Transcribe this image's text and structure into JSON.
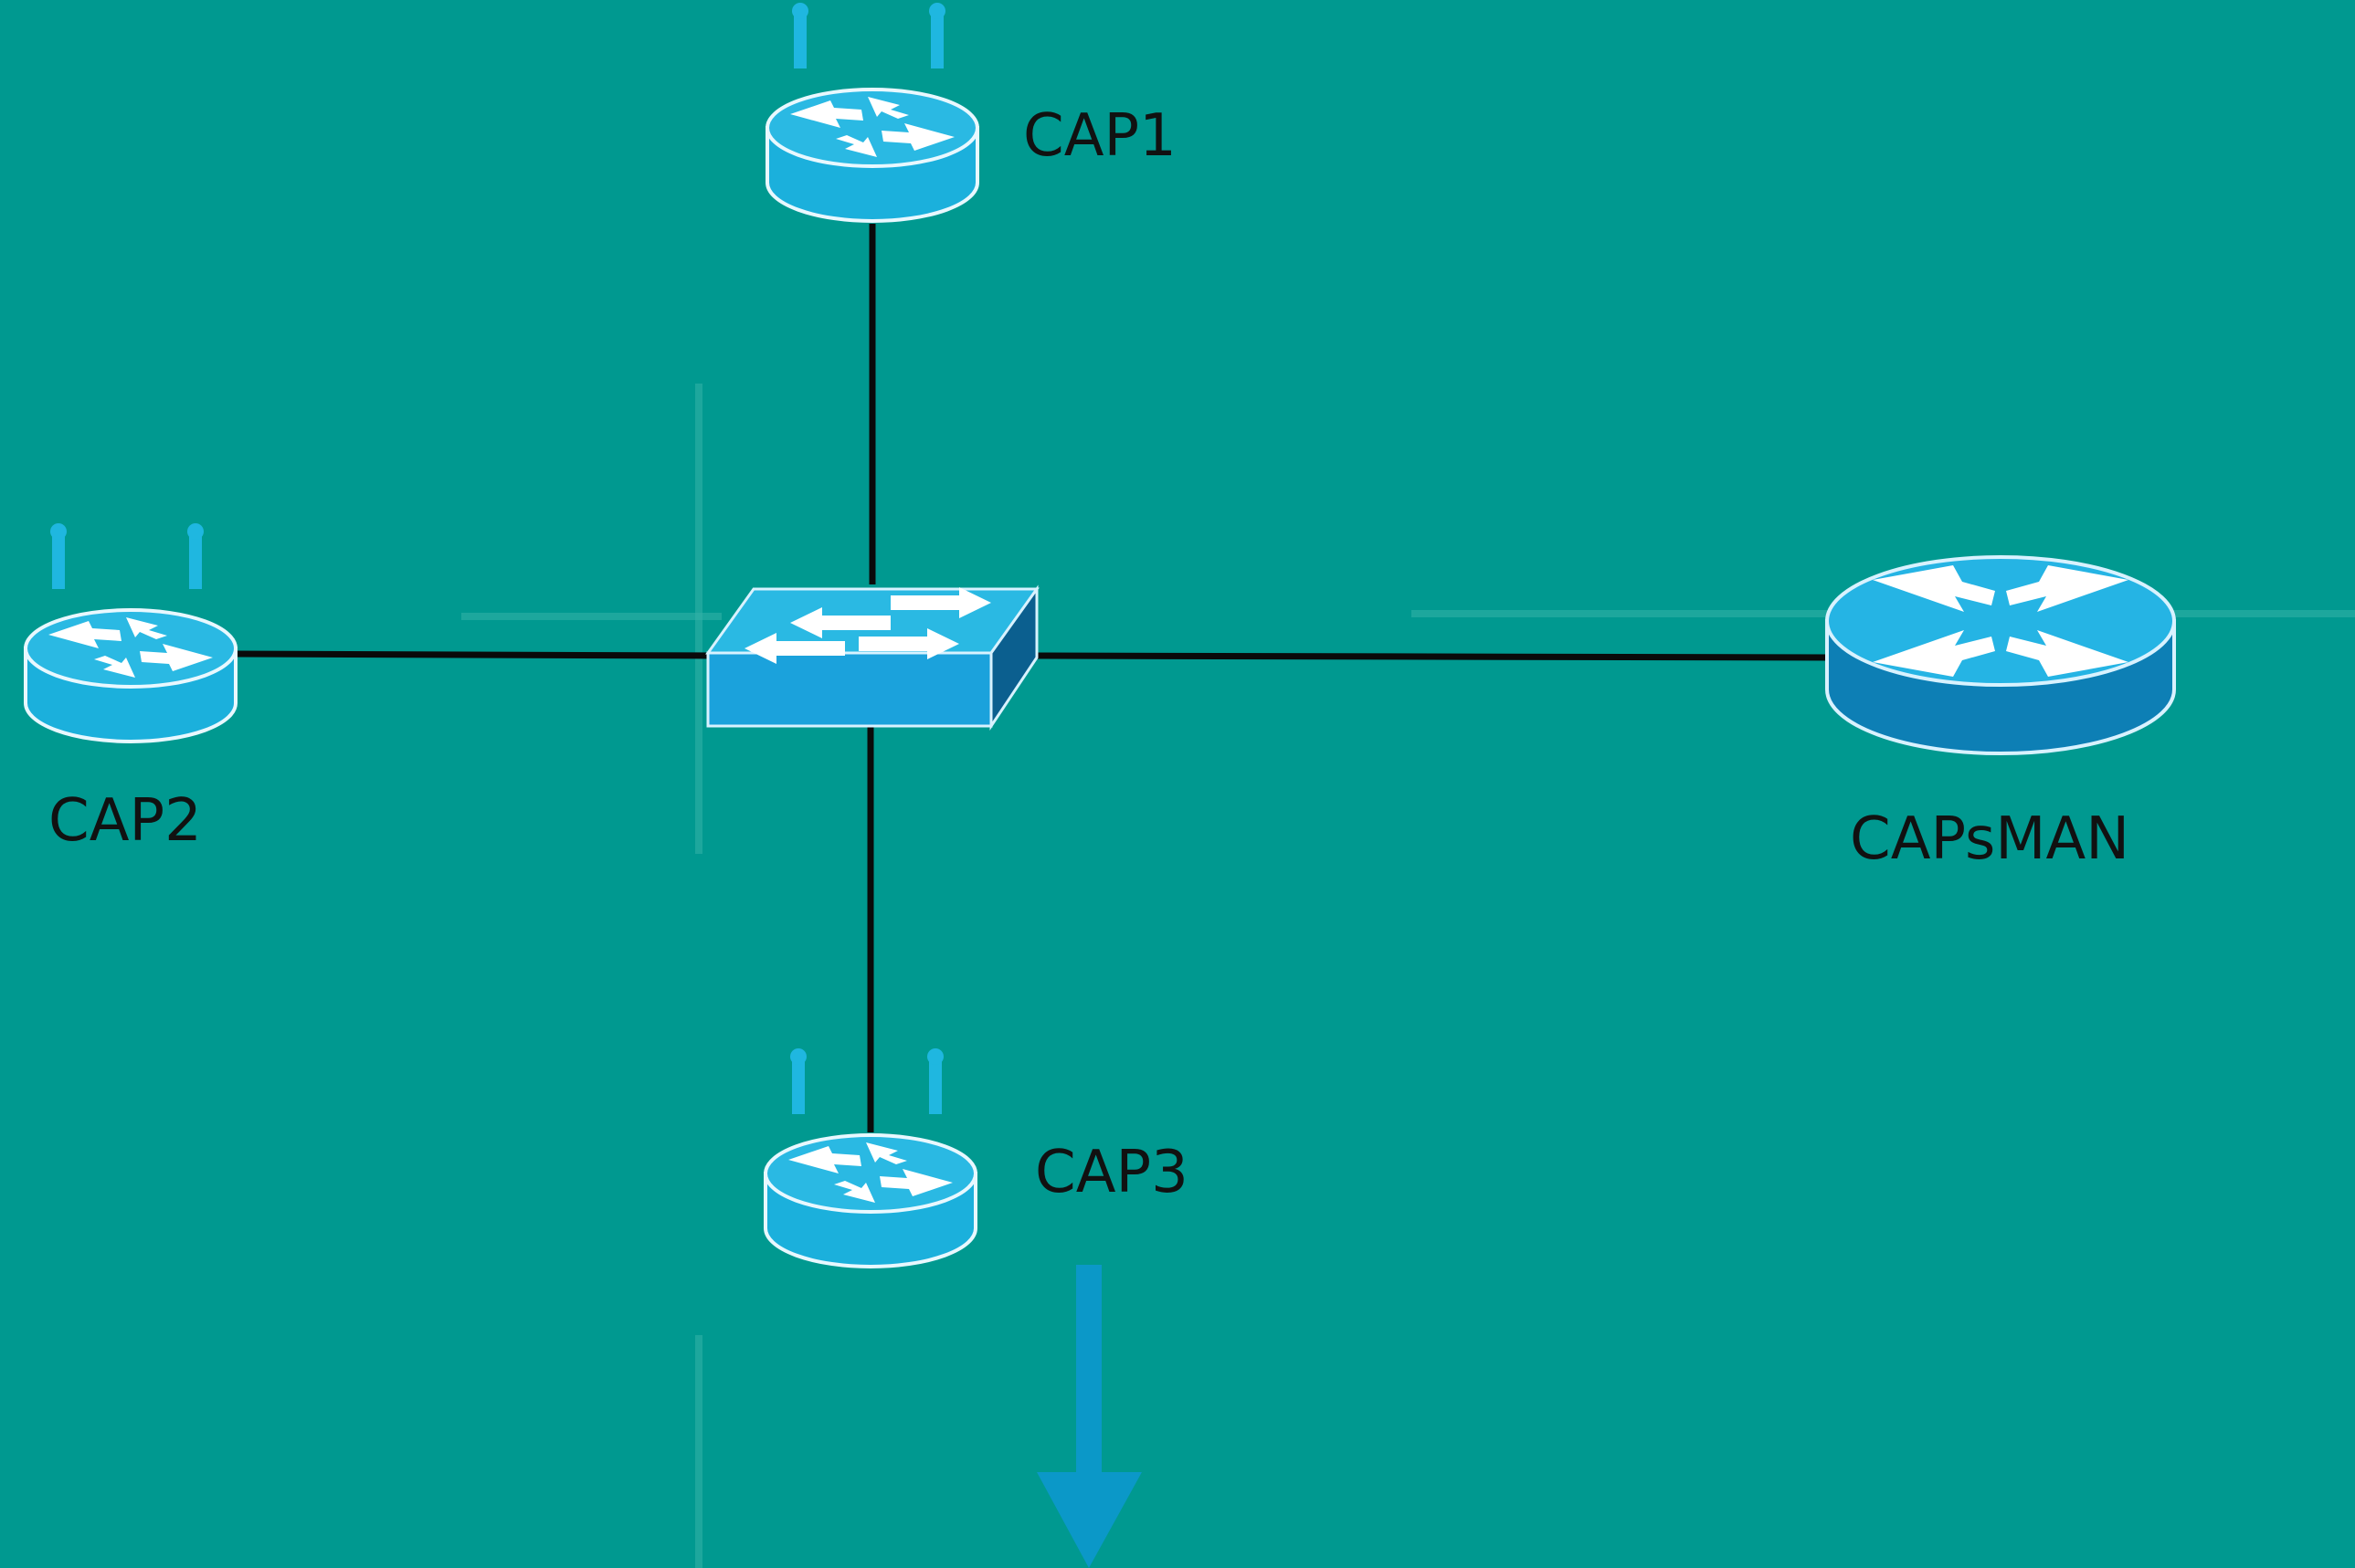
{
  "diagram": {
    "background_color": "#009990",
    "nodes": [
      {
        "id": "cap1",
        "label": "CAP1",
        "type": "wireless-access-point"
      },
      {
        "id": "cap2",
        "label": "CAP2",
        "type": "wireless-access-point"
      },
      {
        "id": "cap3",
        "label": "CAP3",
        "type": "wireless-access-point"
      },
      {
        "id": "switch",
        "label": "",
        "type": "switch"
      },
      {
        "id": "capsman",
        "label": "CAPsMAN",
        "type": "router"
      }
    ],
    "links": [
      {
        "from": "cap1",
        "to": "switch"
      },
      {
        "from": "cap2",
        "to": "switch"
      },
      {
        "from": "cap3",
        "to": "switch"
      },
      {
        "from": "switch",
        "to": "capsman"
      }
    ],
    "colors": {
      "device_light": "#1fb7e0",
      "device_top": "#2ab9e3",
      "device_dark": "#0d7fb5",
      "link": "#0a0a0a",
      "arrow": "#0b98c8"
    }
  }
}
